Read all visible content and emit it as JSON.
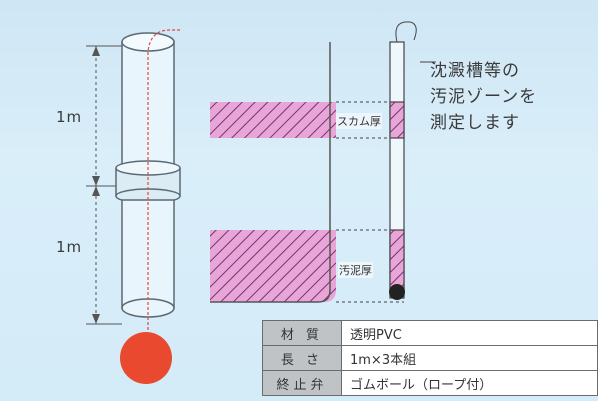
{
  "dimensions": {
    "upper": "1m",
    "lower": "1m"
  },
  "caption": {
    "line1": "沈澱槽等の",
    "line2": "汚泥ゾーンを",
    "line3": "測定します"
  },
  "zones": {
    "scum": "スカム厚",
    "sludge": "汚泥厚"
  },
  "spec_table": [
    {
      "key": "材 質",
      "value": "透明PVC"
    },
    {
      "key": "長 さ",
      "value": "1m×3本組"
    },
    {
      "key": "終止弁",
      "value": "ゴムボール（ロープ付）"
    }
  ],
  "colors": {
    "background": "#d4ebf8",
    "tube_fill": "#e8f5fc",
    "tube_outline": "#5a6a75",
    "zone_pink": "#e7a6d6",
    "hatch": "#7a2f7a",
    "rope": "#e24a3a",
    "ball": "#e8492f"
  }
}
